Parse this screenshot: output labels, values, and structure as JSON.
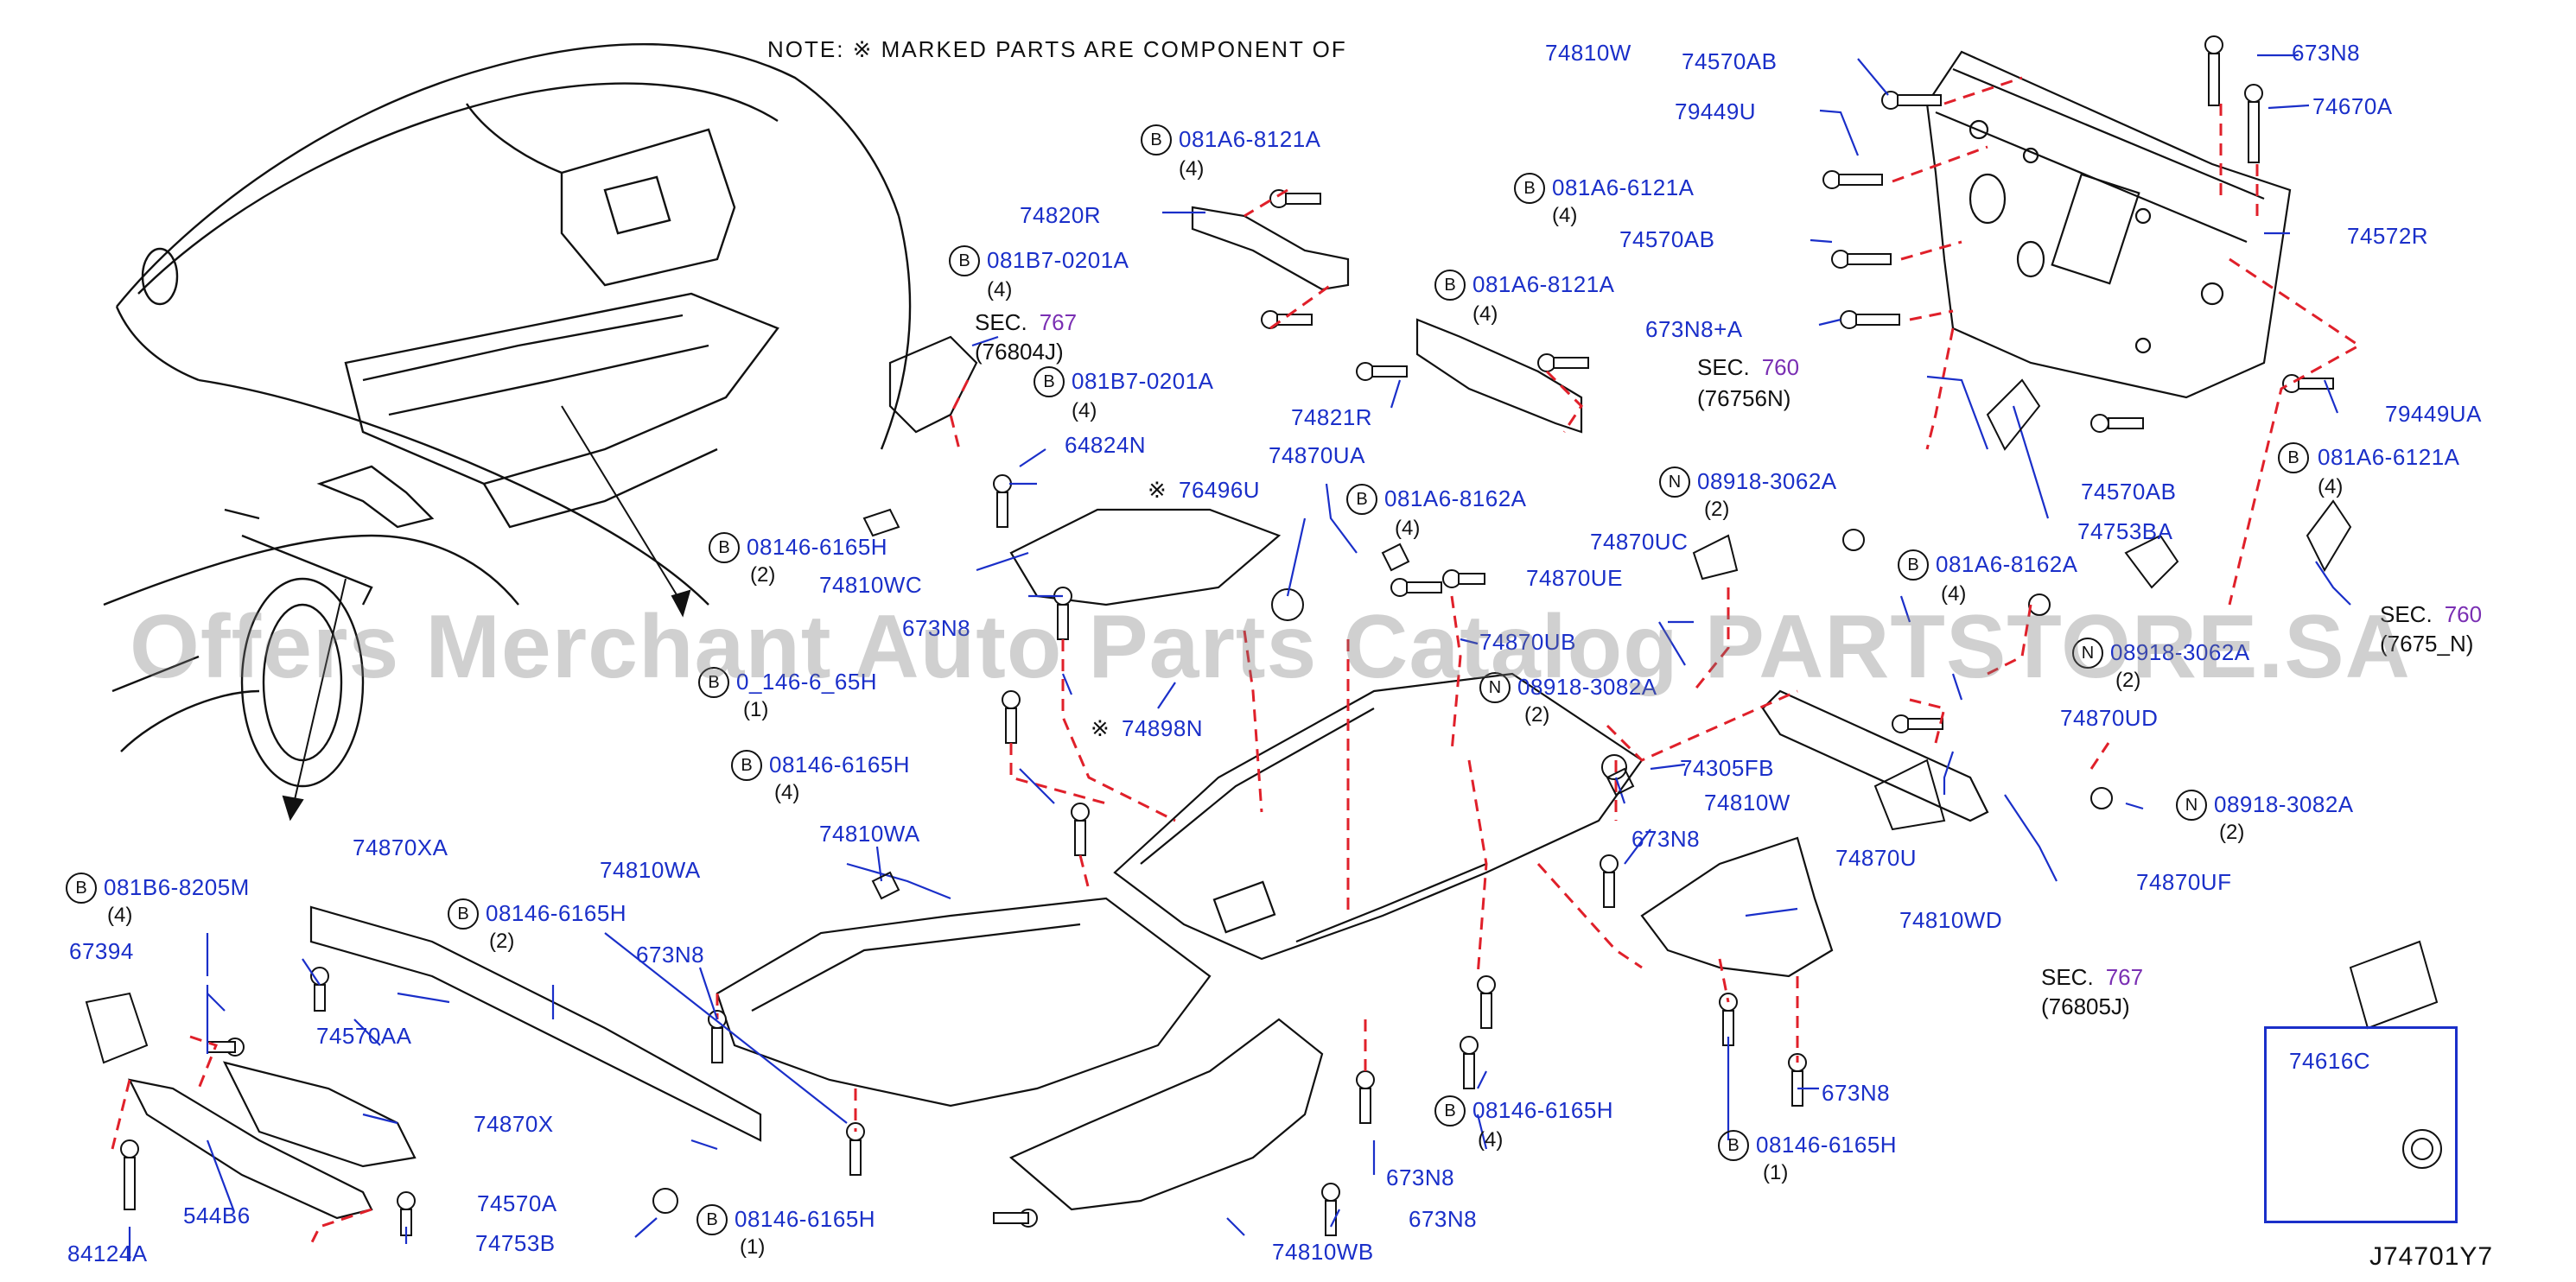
{
  "note": "NOTE: ※ MARKED PARTS ARE COMPONENT OF",
  "diagram_code": "J74701Y7",
  "watermark": "Offers Merchant Auto Parts Catalog PARTSTORE.SA",
  "inset": {
    "label": "74616C"
  },
  "parts": {
    "p74810W_top": "74810W",
    "p74570AB_a": "74570AB",
    "p79449U": "79449U",
    "p673N8_top": "673N8",
    "p74670A": "74670A",
    "p081A6_6121A_a": "081A6-6121A",
    "p74570AB_b": "74570AB",
    "p74572R": "74572R",
    "p673N8A": "673N8+A",
    "p79449UA": "79449UA",
    "p081A6_6121A_b": "081A6-6121A",
    "p74570AB_c": "74570AB",
    "p74753BA": "74753BA",
    "p081A6_8121A_a": "081A6-8121A",
    "p74820R": "74820R",
    "p081B7_0201A_a": "081B7-0201A",
    "p081B7_0201A_b": "081B7-0201A",
    "p64824N": "64824N",
    "p081A6_8121A_b": "081A6-8121A",
    "p74821R": "74821R",
    "p74870UA": "74870UA",
    "p76496U": "76496U",
    "p081A6_8162A_a": "081A6-8162A",
    "p08146_6165H_a": "08146-6165H",
    "p74810WC": "74810WC",
    "p673N8_b": "673N8",
    "p08146_6165H_b": "0_146-6_65H",
    "p74898N": "74898N",
    "p08918_3062A_a": "08918-3062A",
    "p74870UC": "74870UC",
    "p74870UE": "74870UE",
    "p74870UB": "74870UB",
    "p08918_3082A_a": "08918-3082A",
    "p081A6_8162A_b": "081A6-8162A",
    "p08918_3062A_b": "08918-3062A",
    "p74870UD": "74870UD",
    "p74305FB": "74305FB",
    "p74810W_b": "74810W",
    "p673N8_c": "673N8",
    "p74870U": "74870U",
    "p08918_3082A_b": "08918-3082A",
    "p74870UF": "74870UF",
    "p08146_6165H_c": "08146-6165H",
    "p74810WA_a": "74810WA",
    "p74810WA_b": "74810WA",
    "p74870XA": "74870XA",
    "p081B6_8205M": "081B6-8205M",
    "p08146_6165H_d": "08146-6165H",
    "p67394": "67394",
    "p673N8_d": "673N8",
    "p74570AA": "74570AA",
    "p74810WD": "74810WD",
    "p74870X": "74870X",
    "p74570A": "74570A",
    "p544B6": "544B6",
    "p74753B": "74753B",
    "p84124A": "84124A",
    "p08146_6165H_e": "08146-6165H",
    "p673N8_e": "673N8",
    "p673N8_f": "673N8",
    "p74810WB": "74810WB",
    "p08146_6165H_f": "08146-6165H",
    "p08146_6165H_g": "08146-6165H",
    "p673N8_g": "673N8"
  },
  "qty": {
    "q4": "(4)",
    "q2": "(2)",
    "q1": "(1)"
  },
  "badges": {
    "B": "B",
    "N": "N"
  },
  "sections": {
    "sec_label": "SEC.",
    "s767_a": {
      "num": "767",
      "ref": "(76804J)"
    },
    "s760_a": {
      "num": "760",
      "ref": "(76756N)"
    },
    "s760_b": {
      "num": "760",
      "ref": "(7675_N)"
    },
    "s767_b": {
      "num": "767",
      "ref": "(76805J)"
    }
  },
  "colors": {
    "leader": "#1a2fc9",
    "dashed": "#e0202a",
    "ink": "#111111",
    "sec_number": "#7a2fb3"
  }
}
